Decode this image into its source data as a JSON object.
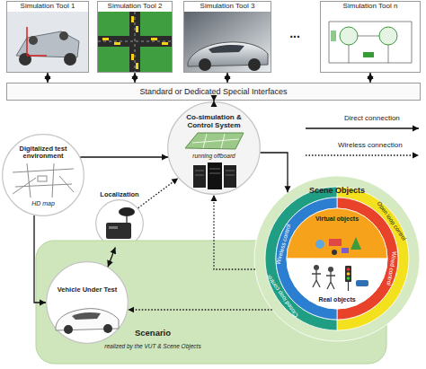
{
  "diagram": {
    "nodes": [
      {
        "text": [
          "Simulation Tool 1"
        ]
      },
      {
        "text": [
          "Simulation Tool 2"
        ]
      },
      {
        "text": [
          "Simulation Tool 3"
        ]
      },
      {
        "text": [
          "Simulation Tool n"
        ]
      },
      {
        "text": [
          "Standard or Dedicated Special Interfaces"
        ]
      },
      {
        "text": [
          "Digitalized test environment",
          "HD map"
        ]
      },
      {
        "text": [
          "Co-simulation & Control System",
          "running offboard"
        ]
      },
      {
        "text": [
          "Localization"
        ]
      },
      {
        "text": [
          "Scenario",
          "realized by the VUT & Scene Objects"
        ]
      },
      {
        "text": [
          "Scene Objects",
          "Virtual objects",
          "Real objects",
          "Open loop control",
          "Wired control",
          "Wireless control",
          "Closed loop control"
        ],
        "in": 8
      },
      {
        "text": [
          "Vehicle Under Test"
        ],
        "in": 8
      }
    ],
    "edges": [
      {
        "from": 0,
        "to": 4,
        "arrow": "both"
      },
      {
        "from": 1,
        "to": 4,
        "arrow": "both"
      },
      {
        "from": 2,
        "to": 4,
        "arrow": "both"
      },
      {
        "from": 3,
        "to": 4,
        "arrow": "both"
      },
      {
        "from": 4,
        "to": 6,
        "arrow": "both"
      },
      {
        "from": 5,
        "to": 6,
        "arrow": "to"
      },
      {
        "from": 5,
        "to": 10,
        "arrow": "to"
      },
      {
        "from": 7,
        "to": 6,
        "arrow": "to"
      },
      {
        "from": 7,
        "to": 10,
        "arrow": "both"
      },
      {
        "from": 6,
        "to": 9,
        "arrow": "to"
      },
      {
        "from": 9,
        "to": 6,
        "arrow": "to"
      },
      {
        "from": 9,
        "to": 10,
        "arrow": "to"
      }
    ],
    "labels": [
      "..."
    ],
    "legend": [
      {
        "text": "Direct connection"
      },
      {
        "text": "Wireless connection"
      }
    ]
  }
}
